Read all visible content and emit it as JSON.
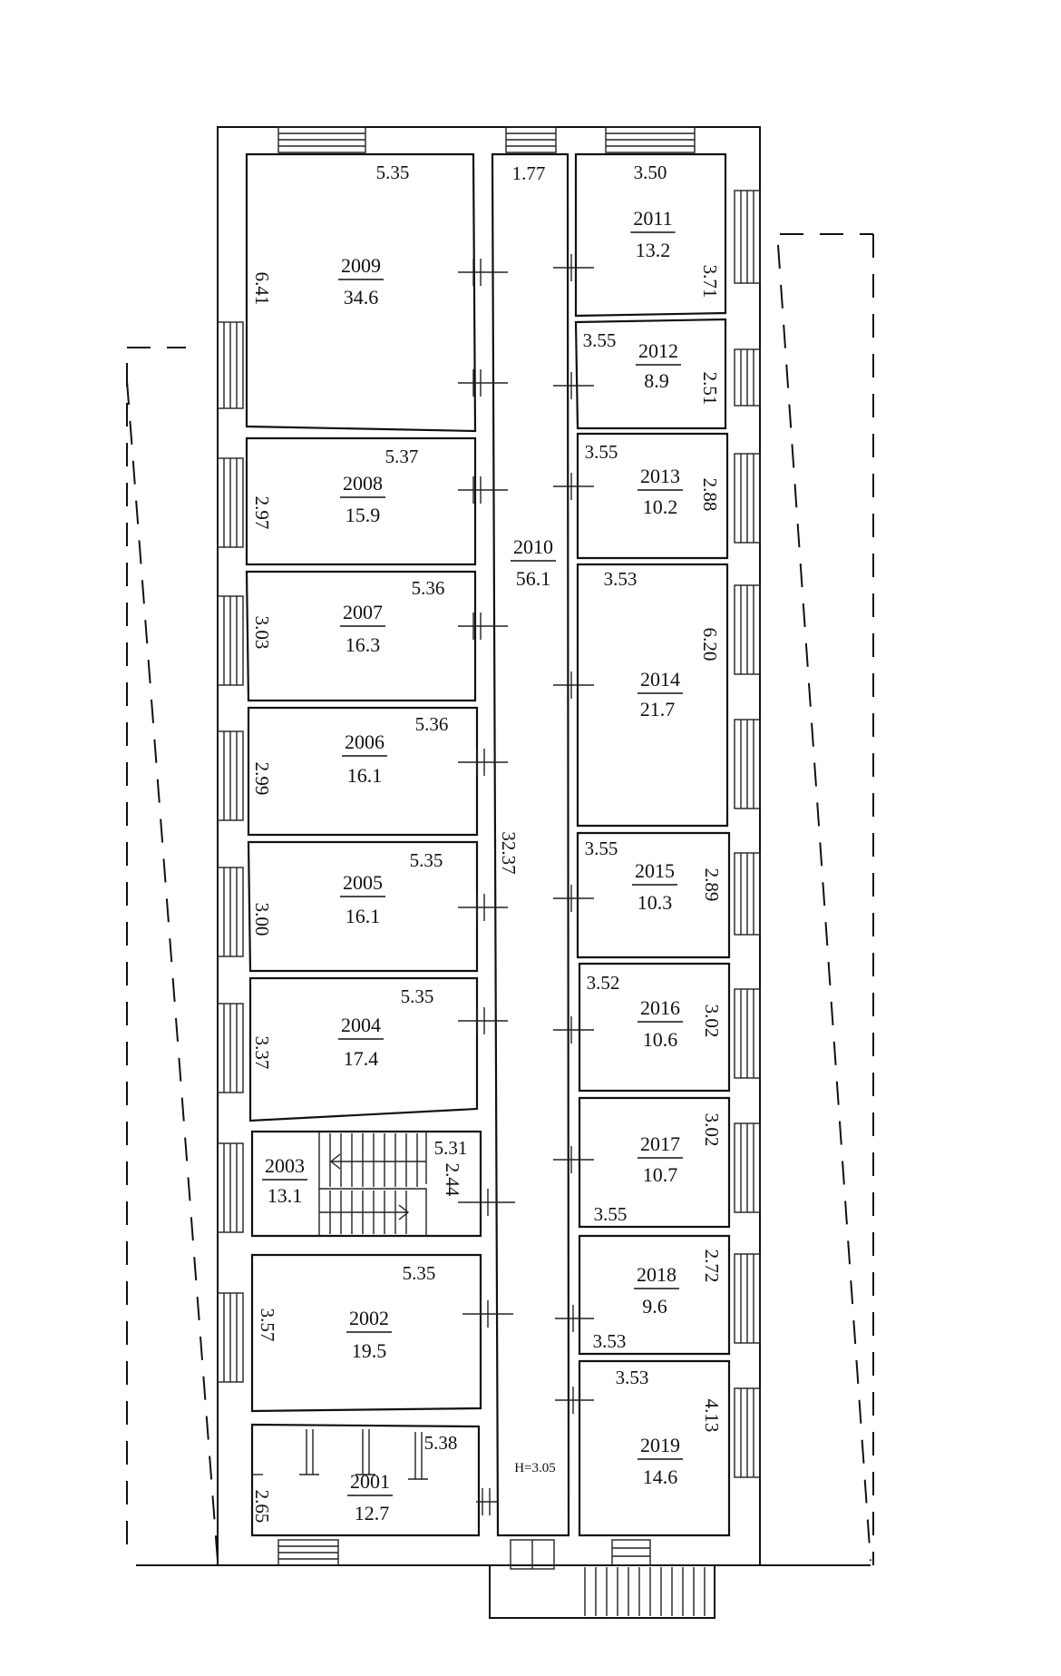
{
  "plan": {
    "ceiling_height": "H=3.05",
    "corridor_length": "32.37",
    "rooms": [
      {
        "id": "r2001",
        "number": "2001",
        "area": "12.7",
        "dims": [
          "5.38",
          "2.65"
        ]
      },
      {
        "id": "r2002",
        "number": "2002",
        "area": "19.5",
        "dims": [
          "5.35",
          "3.57"
        ]
      },
      {
        "id": "r2003",
        "number": "2003",
        "area": "13.1",
        "dims": [
          "5.31",
          "2.44"
        ]
      },
      {
        "id": "r2004",
        "number": "2004",
        "area": "17.4",
        "dims": [
          "5.35",
          "3.37"
        ]
      },
      {
        "id": "r2005",
        "number": "2005",
        "area": "16.1",
        "dims": [
          "5.35",
          "3.00"
        ]
      },
      {
        "id": "r2006",
        "number": "2006",
        "area": "16.1",
        "dims": [
          "5.36",
          "2.99"
        ]
      },
      {
        "id": "r2007",
        "number": "2007",
        "area": "16.3",
        "dims": [
          "5.36",
          "3.03"
        ]
      },
      {
        "id": "r2008",
        "number": "2008",
        "area": "15.9",
        "dims": [
          "5.37",
          "2.97"
        ]
      },
      {
        "id": "r2009",
        "number": "2009",
        "area": "34.6",
        "dims": [
          "5.35",
          "6.41"
        ]
      },
      {
        "id": "r2010",
        "number": "2010",
        "area": "56.1",
        "dims": [
          "1.77"
        ]
      },
      {
        "id": "r2011",
        "number": "2011",
        "area": "13.2",
        "dims": [
          "3.50",
          "3.71"
        ]
      },
      {
        "id": "r2012",
        "number": "2012",
        "area": "8.9",
        "dims": [
          "3.55",
          "2.51"
        ]
      },
      {
        "id": "r2013",
        "number": "2013",
        "area": "10.2",
        "dims": [
          "3.55",
          "2.88"
        ]
      },
      {
        "id": "r2014",
        "number": "2014",
        "area": "21.7",
        "dims": [
          "3.53",
          "6.20"
        ]
      },
      {
        "id": "r2015",
        "number": "2015",
        "area": "10.3",
        "dims": [
          "3.55",
          "2.89"
        ]
      },
      {
        "id": "r2016",
        "number": "2016",
        "area": "10.6",
        "dims": [
          "3.52",
          "3.02"
        ]
      },
      {
        "id": "r2017",
        "number": "2017",
        "area": "10.7",
        "dims": [
          "3.02",
          "3.55"
        ]
      },
      {
        "id": "r2018",
        "number": "2018",
        "area": "9.6",
        "dims": [
          "2.72",
          "3.53"
        ]
      },
      {
        "id": "r2019",
        "number": "2019",
        "area": "14.6",
        "dims": [
          "3.53",
          "4.13"
        ]
      }
    ]
  }
}
